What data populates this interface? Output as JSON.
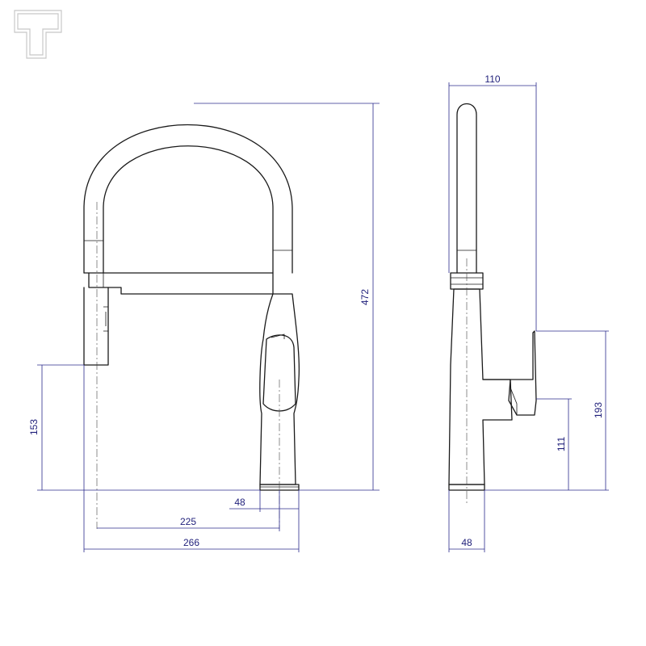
{
  "dimensions": {
    "front_total_height": "472",
    "front_hose_height": "153",
    "front_base_diameter": "48",
    "front_reach": "225",
    "front_total_width": "266",
    "side_total_depth": "110",
    "side_handle_height": "193",
    "side_lever_height": "111",
    "side_base_diameter": "48"
  },
  "colors": {
    "outline": "#1a1a1a",
    "dimension_line": "#2b2b8c",
    "dimension_text": "#1f1f7a",
    "logo": "#c8c8c8"
  },
  "icons": {
    "logo": "brand-logo-icon"
  }
}
